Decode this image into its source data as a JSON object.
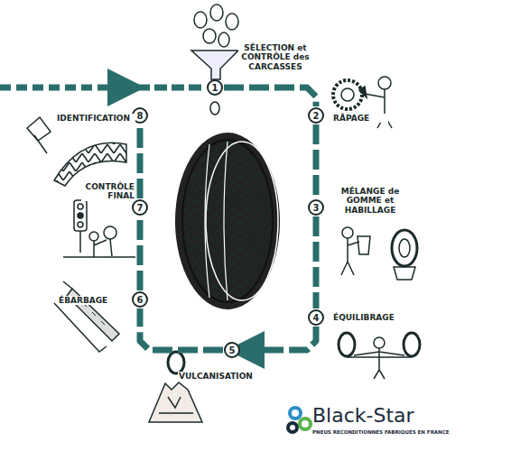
{
  "diagram": {
    "nodes": [
      {
        "text": [
          "1",
          "SÉLECTION et CONTRÔLE des CARCASSES"
        ]
      },
      {
        "text": [
          "2",
          "RÂPAGE"
        ]
      },
      {
        "text": [
          "3",
          "MÉLANGE de GOMME et HABILLAGE"
        ]
      },
      {
        "text": [
          "4",
          "ÉQUILIBRAGE"
        ]
      },
      {
        "text": [
          "5",
          "VULCANISATION"
        ]
      },
      {
        "text": [
          "6",
          "ÉBARBAGE"
        ]
      },
      {
        "text": [
          "7",
          "CONTRÔLE FINAL"
        ]
      },
      {
        "text": [
          "8",
          "IDENTIFICATION"
        ]
      }
    ],
    "edges": [
      {
        "from": 0,
        "to": 1,
        "arrow": "none"
      },
      {
        "from": 1,
        "to": 2,
        "arrow": "none"
      },
      {
        "from": 2,
        "to": 3,
        "arrow": "none"
      },
      {
        "from": 3,
        "to": 4,
        "arrow": "to"
      },
      {
        "from": 4,
        "to": 5,
        "arrow": "none"
      },
      {
        "from": 5,
        "to": 6,
        "arrow": "none"
      },
      {
        "from": 6,
        "to": 7,
        "arrow": "none"
      }
    ],
    "labels": [
      "Black-Star",
      "PNEUS RECONDITIONNÉS FABRIQUÉS EN FRANCE"
    ]
  }
}
